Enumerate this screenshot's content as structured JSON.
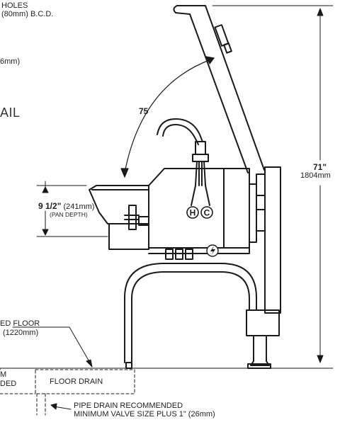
{
  "labels": {
    "holes_line1": "HOLES",
    "holes_line2": "(80mm) B.C.D.",
    "partial_mm": "6mm)",
    "partial_ail": "AIL",
    "tilt_angle": "75",
    "height_value": "71\"",
    "height_mm": "1804mm",
    "pan_depth_value": "9 1/2\"",
    "pan_depth_mm": "(241mm)",
    "pan_depth_caption": "(PAN DEPTH)",
    "hot_label": "H",
    "cold_label": "C",
    "floor_line1": "ED FLOOR",
    "floor_line2": "(1220mm)",
    "floor_drain": "FLOOR DRAIN",
    "left_partial_1": "M",
    "left_partial_2": "DED",
    "pipe_drain_line1": "PIPE DRAIN RECOMMENDED",
    "pipe_drain_line2": "MINIMUM VALVE SIZE PLUS 1\" (26mm)"
  },
  "icons": {
    "electrical": "lightning-bolt-icon"
  }
}
